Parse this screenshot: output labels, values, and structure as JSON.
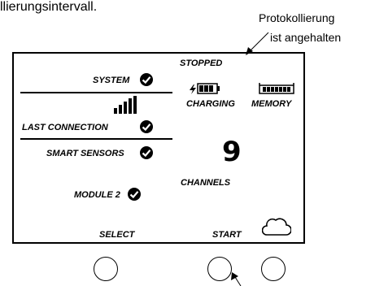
{
  "header": {
    "cut_text": "llierungsintervall.",
    "annotation_title": "Protokollierung",
    "annotation_subtitle": "ist angehalten"
  },
  "lcd": {
    "status": "STOPPED",
    "charging_label": "CHARGING",
    "memory_label": "MEMORY",
    "system_label": "SYSTEM",
    "last_connection_label": "LAST CONNECTION",
    "smart_sensors_label": "SMART SENSORS",
    "module_label": "MODULE 2",
    "channel_count": "9",
    "channels_label": "CHANNELS",
    "select_label": "SELECT",
    "start_label": "START"
  },
  "icons": [
    "check-icon",
    "signal-bars-icon",
    "battery-icon",
    "memory-icon",
    "cloud-icon",
    "charging-bolt-icon"
  ]
}
